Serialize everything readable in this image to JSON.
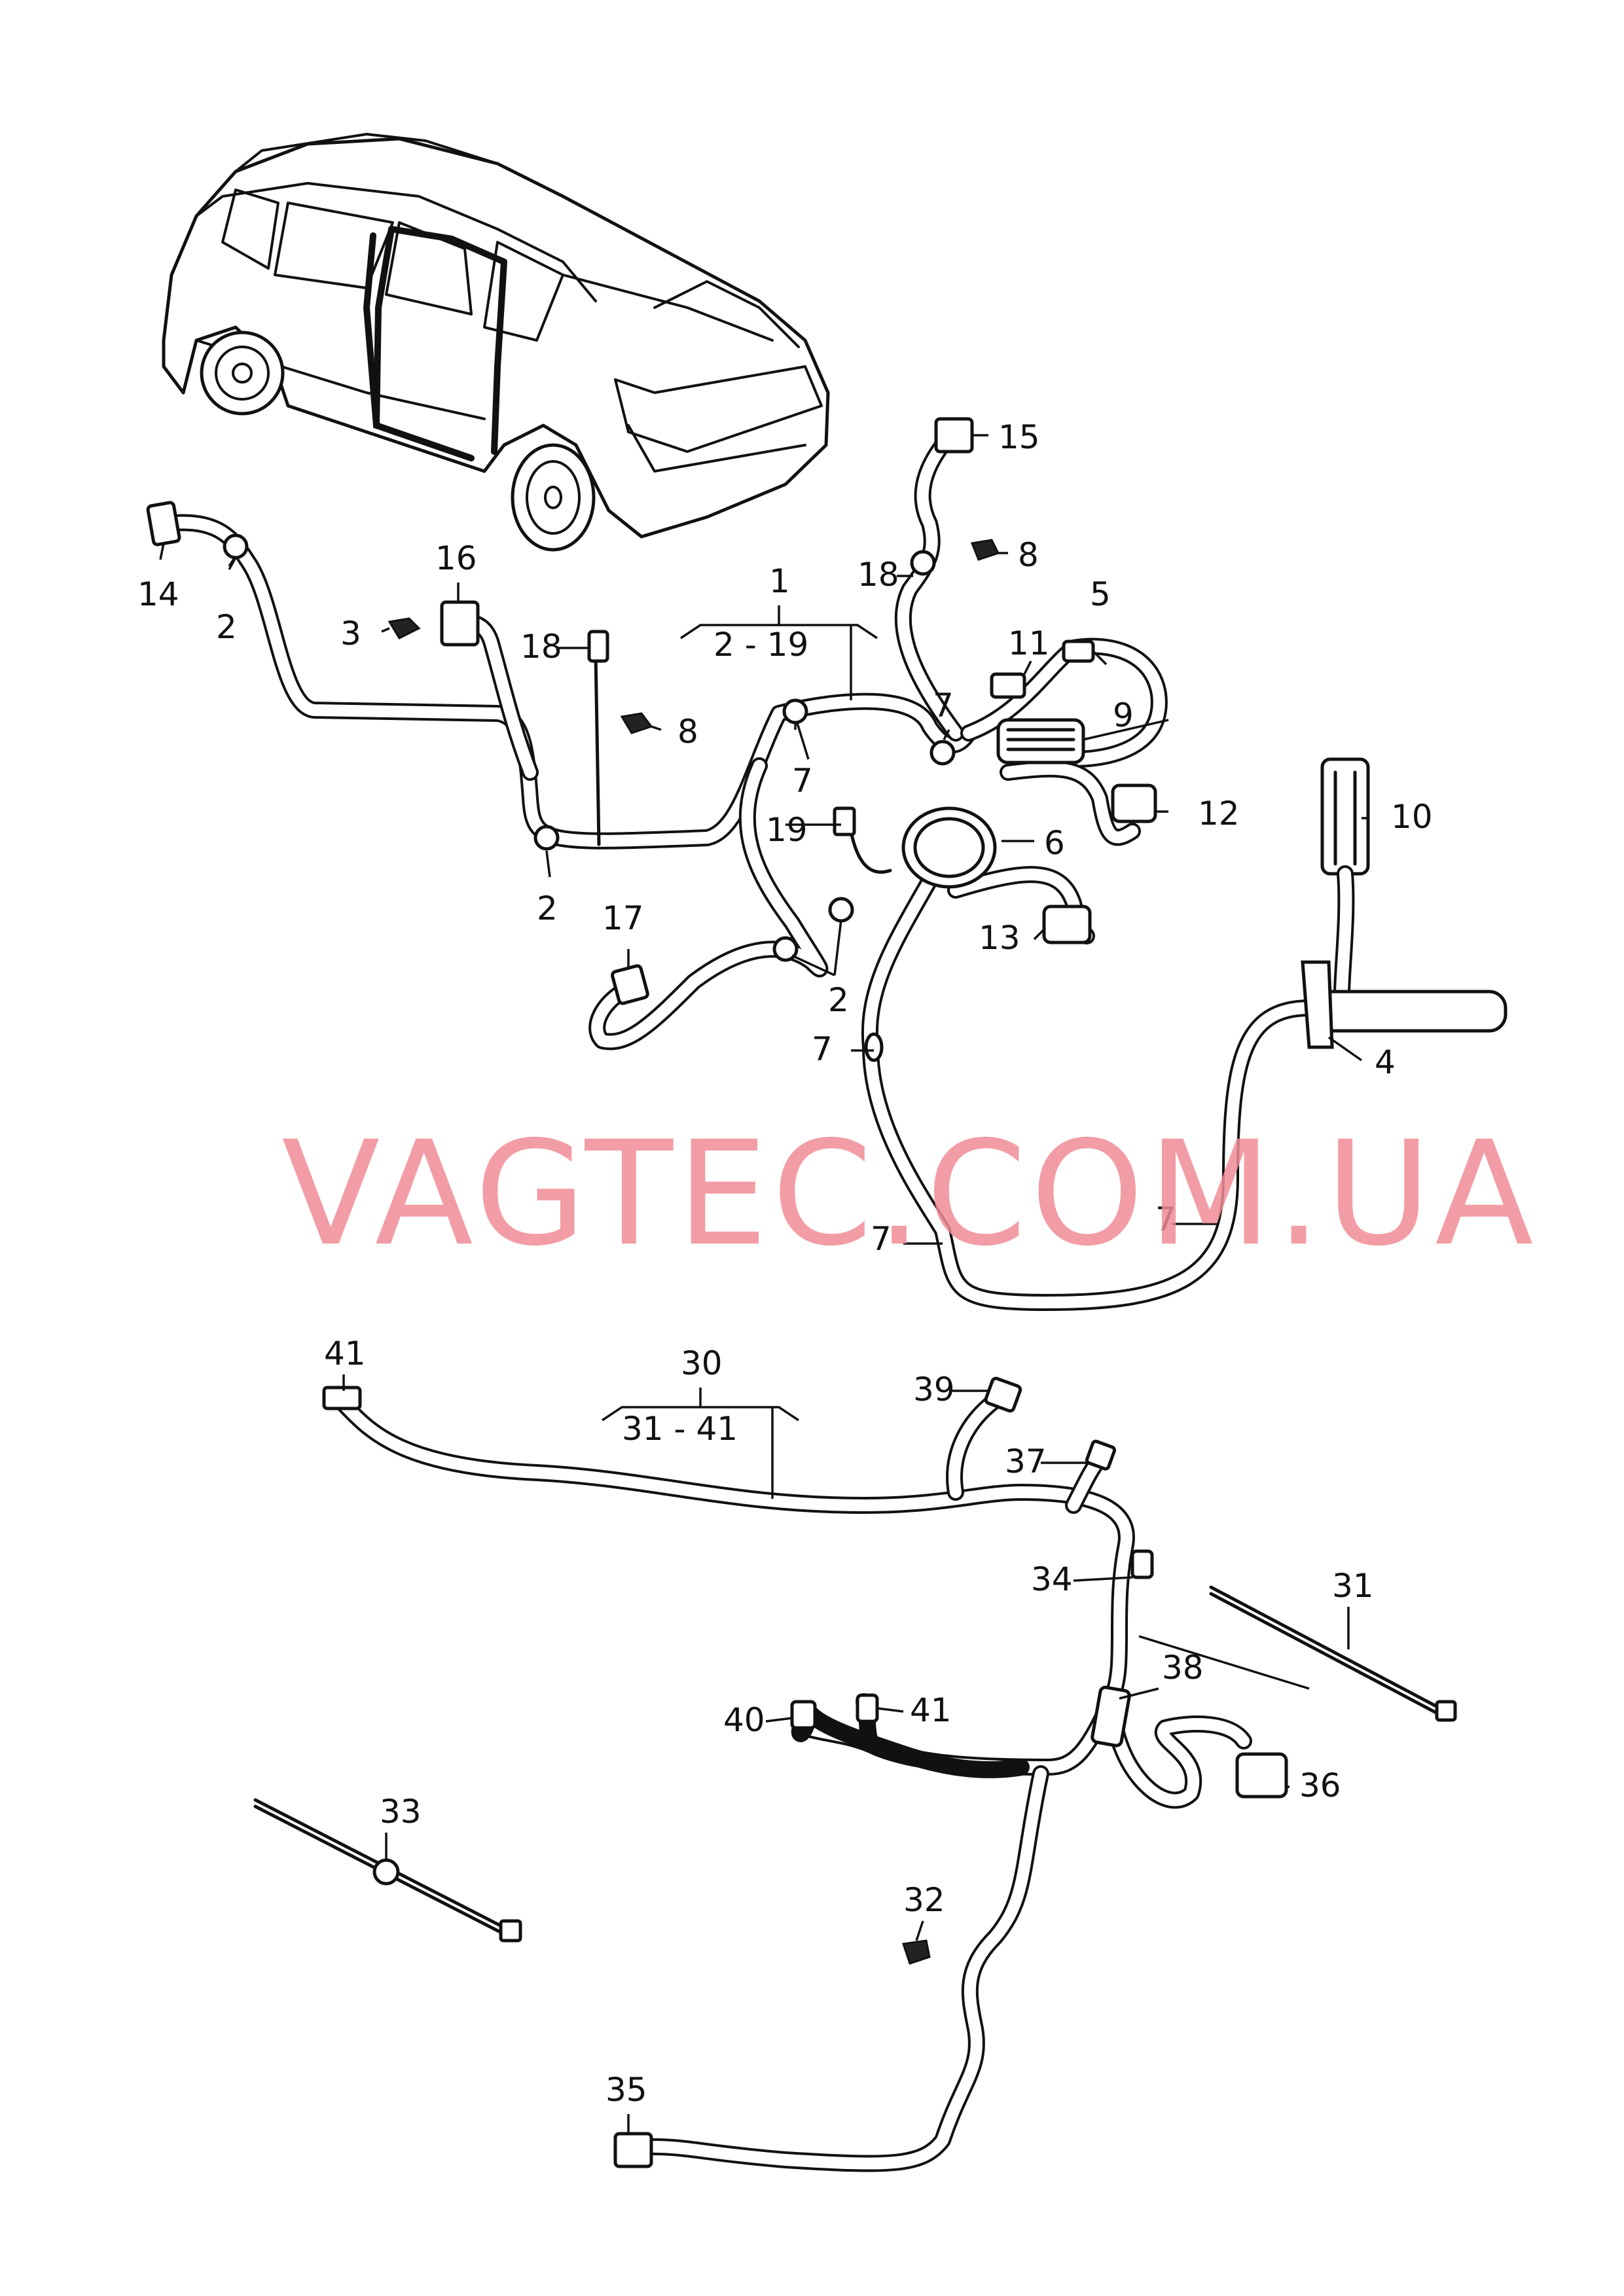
{
  "watermark": "VAGTEC.COM.UA",
  "labels": {
    "l1": "1",
    "l2_19": "2 - 19",
    "l2a": "2",
    "l2b": "2",
    "l2c": "2",
    "l3": "3",
    "l4": "4",
    "l5": "5",
    "l6": "6",
    "l7a": "7",
    "l7b": "7",
    "l7c": "7",
    "l7d": "7",
    "l7e": "7",
    "l8a": "8",
    "l8b": "8",
    "l9": "9",
    "l10": "10",
    "l11": "11",
    "l12": "12",
    "l13": "13",
    "l14": "14",
    "l15": "15",
    "l16": "16",
    "l17": "17",
    "l18a": "18",
    "l18b": "18",
    "l19": "19",
    "l30": "30",
    "l31_41": "31 - 41",
    "l31": "31",
    "l32": "32",
    "l33": "33",
    "l34": "34",
    "l35": "35",
    "l36": "36",
    "l37": "37",
    "l38": "38",
    "l39": "39",
    "l40": "40",
    "l41a": "41",
    "l41b": "41"
  },
  "icons": {
    "vehicle": "suv-illustration-icon",
    "connector": "plug-connector-icon",
    "clip": "cable-clip-icon",
    "grommet": "rubber-grommet-icon",
    "tie": "cable-tie-icon"
  }
}
